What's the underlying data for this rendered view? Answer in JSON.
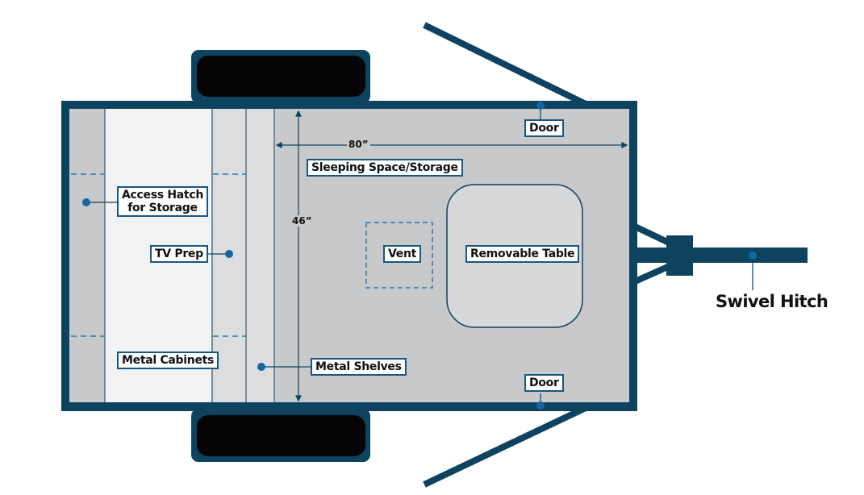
{
  "diagram": {
    "colors": {
      "frame": "#0e4360",
      "floor": "#c8c9cb",
      "cabinet_light": "#f1f2f3",
      "shelf_light": "#dcdddf",
      "tire": "#050505",
      "marker": "#1565a0",
      "label_border": "#1a5680"
    },
    "labels": {
      "door_top": "Door",
      "door_bottom": "Door",
      "sleeping": "Sleeping Space/Storage",
      "access_hatch_line1": "Access Hatch",
      "access_hatch_line2": "for Storage",
      "tv_prep": "TV Prep",
      "vent": "Vent",
      "removable_table": "Removable Table",
      "metal_cabinets": "Metal Cabinets",
      "metal_shelves": "Metal Shelves",
      "swivel_hitch": "Swivel Hitch"
    },
    "dimensions": {
      "width": "80”",
      "depth": "46”"
    }
  }
}
